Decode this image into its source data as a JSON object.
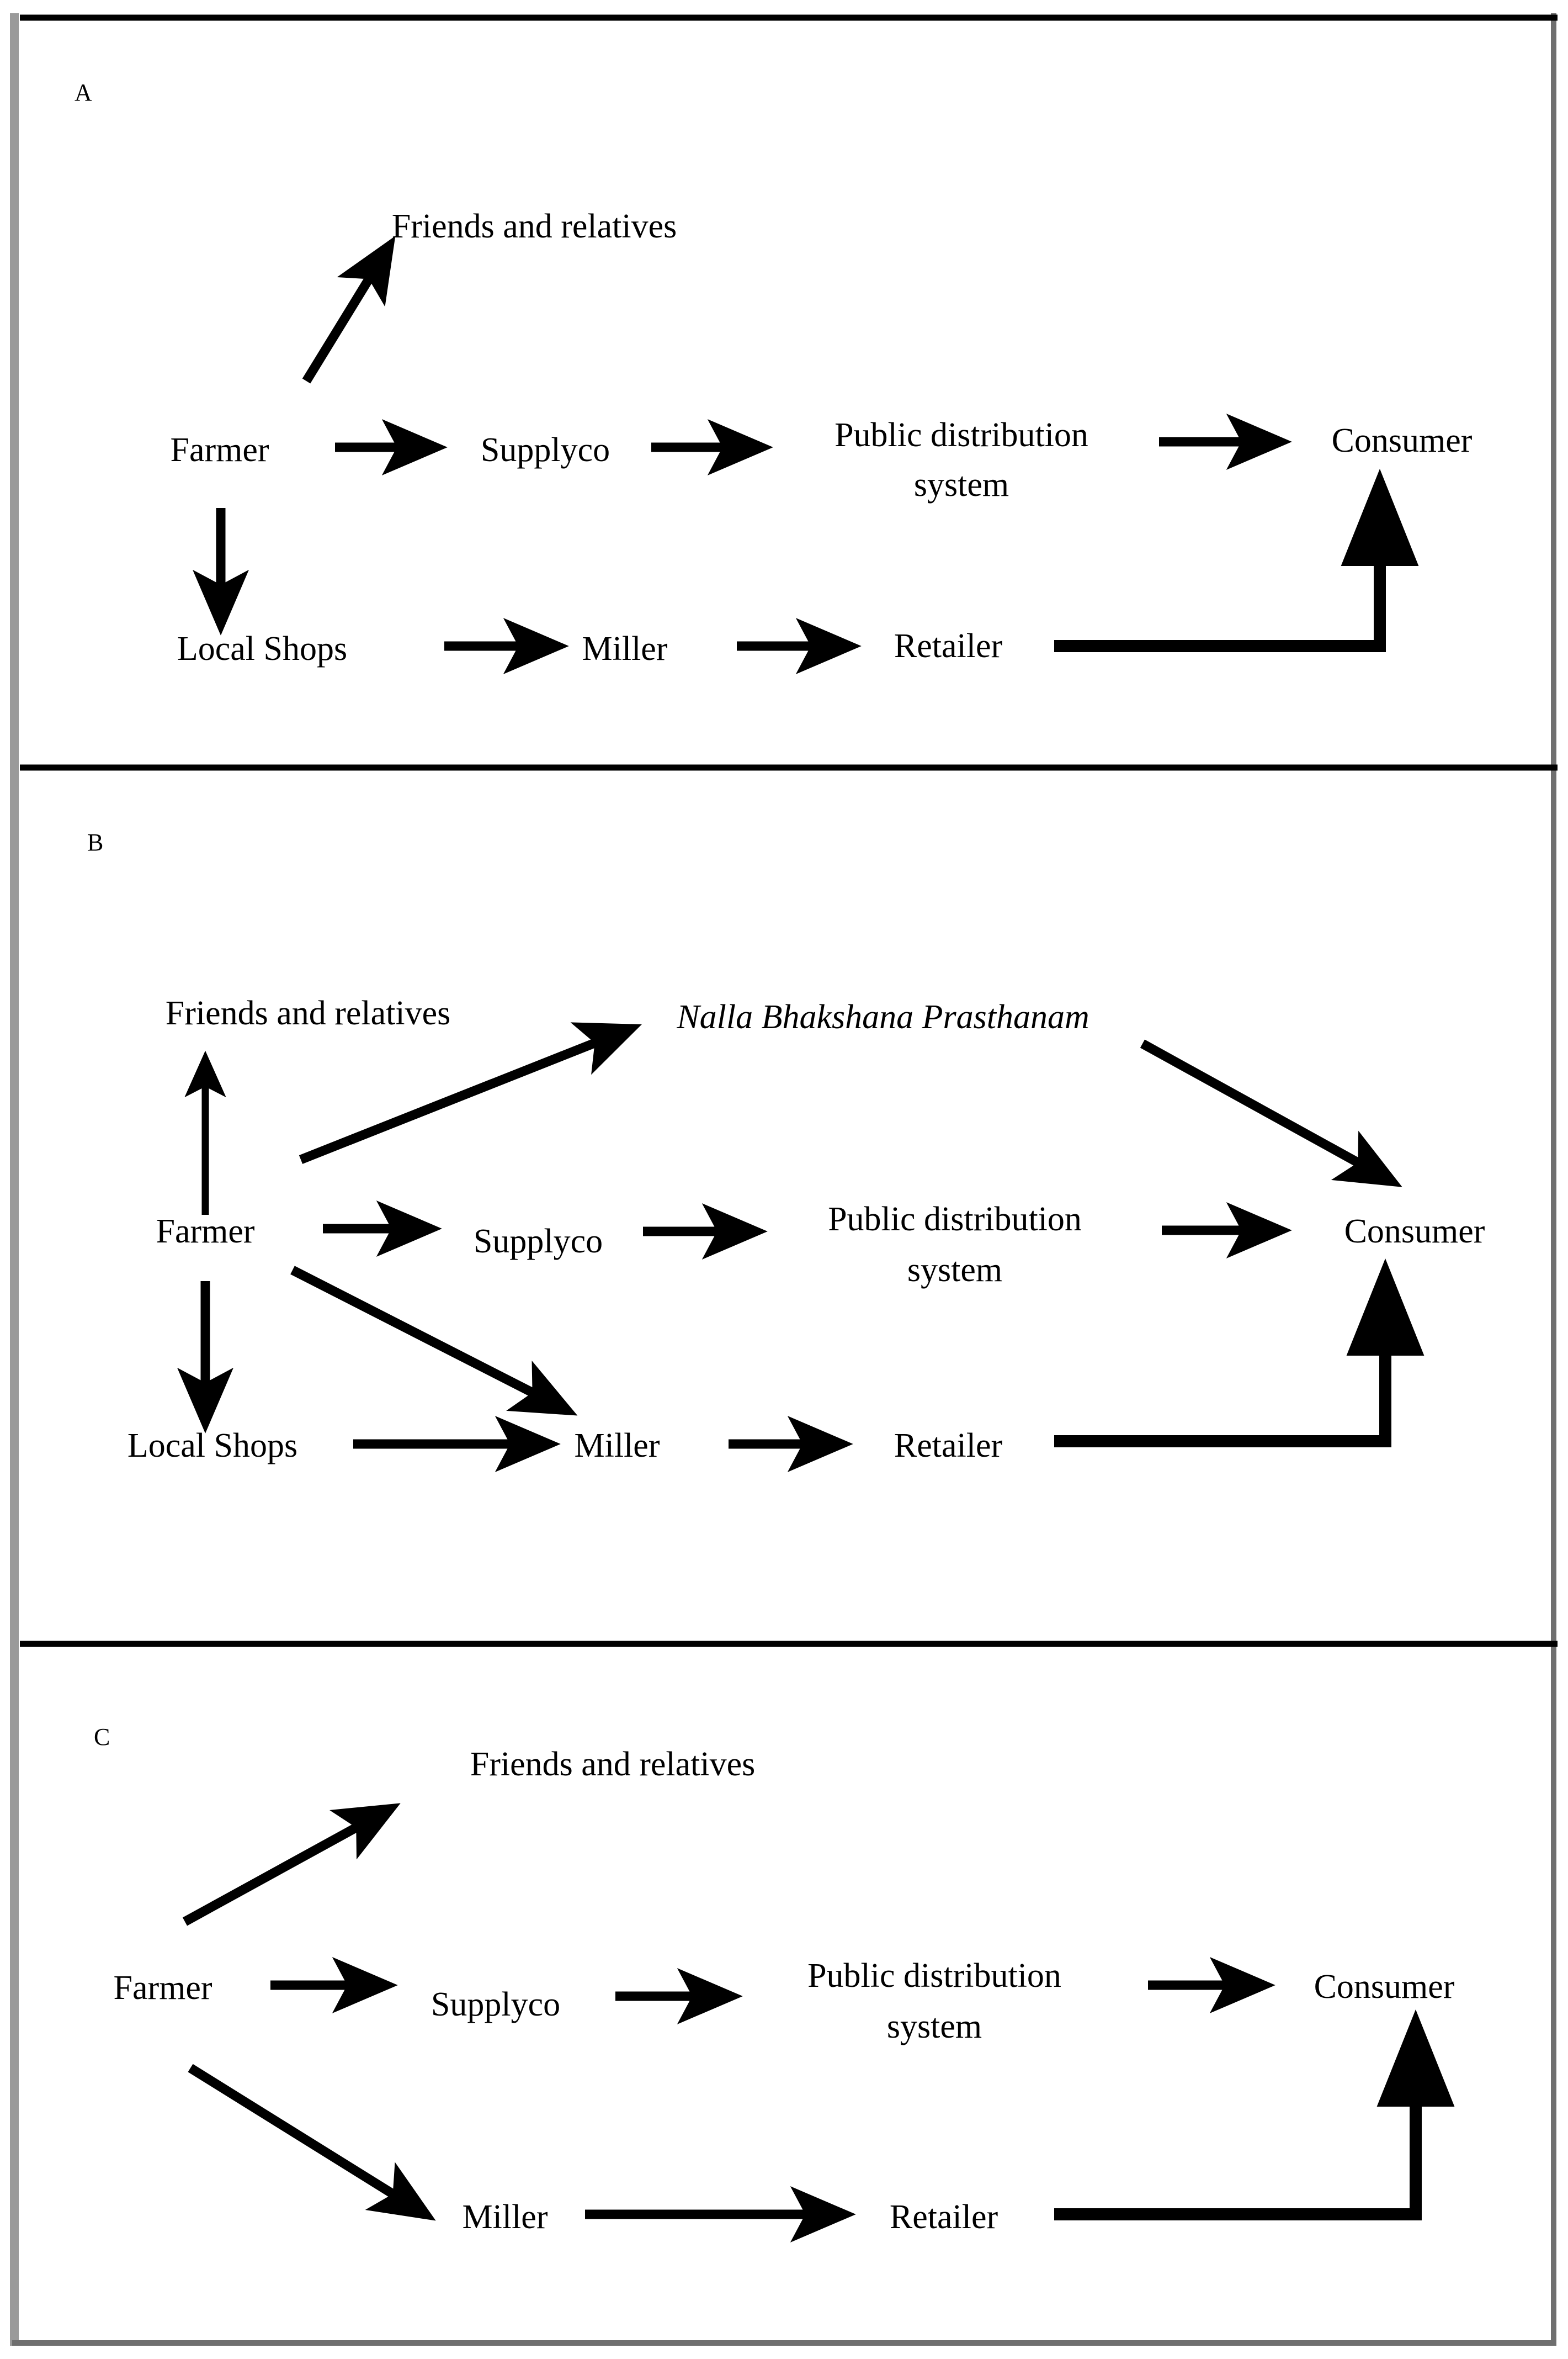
{
  "figure": {
    "type": "flow-diagram",
    "panel_count": 3,
    "background": "#ffffff",
    "line_color": "#000000",
    "frame_color": "#9a9a9a"
  },
  "panels": [
    {
      "letter": "A",
      "nodes": {
        "friends": "Friends and relatives",
        "farmer": "Farmer",
        "supplyco": "Supplyco",
        "pds_line1": "Public distribution",
        "pds_line2": "system",
        "consumer": "Consumer",
        "local_shops": "Local Shops",
        "miller": "Miller",
        "retailer": "Retailer"
      },
      "edges": [
        {
          "from": "Farmer",
          "to": "Friends and relatives",
          "style": "diagonal-arrow"
        },
        {
          "from": "Farmer",
          "to": "Supplyco",
          "style": "horizontal-arrow"
        },
        {
          "from": "Supplyco",
          "to": "Public distribution system",
          "style": "horizontal-arrow"
        },
        {
          "from": "Public distribution system",
          "to": "Consumer",
          "style": "horizontal-arrow"
        },
        {
          "from": "Farmer",
          "to": "Local Shops",
          "style": "vertical-arrow-down"
        },
        {
          "from": "Local Shops",
          "to": "Miller",
          "style": "horizontal-arrow"
        },
        {
          "from": "Miller",
          "to": "Retailer",
          "style": "horizontal-arrow"
        },
        {
          "from": "Retailer",
          "to": "Consumer",
          "style": "elbow-arrow-up"
        }
      ]
    },
    {
      "letter": "B",
      "nodes": {
        "friends": "Friends and relatives",
        "nalla": "Nalla Bhakshana Prasthanam",
        "farmer": "Farmer",
        "supplyco": "Supplyco",
        "pds_line1": "Public distribution",
        "pds_line2": "system",
        "consumer": "Consumer",
        "local_shops": "Local Shops",
        "miller": "Miller",
        "retailer": "Retailer"
      },
      "edges": [
        {
          "from": "Farmer",
          "to": "Friends and relatives",
          "style": "vertical-arrow-up"
        },
        {
          "from": "Farmer",
          "to": "Nalla Bhakshana Prasthanam",
          "style": "diagonal-arrow"
        },
        {
          "from": "Nalla Bhakshana Prasthanam",
          "to": "Consumer",
          "style": "diagonal-arrow-down"
        },
        {
          "from": "Farmer",
          "to": "Supplyco",
          "style": "horizontal-arrow"
        },
        {
          "from": "Supplyco",
          "to": "Public distribution system",
          "style": "horizontal-arrow"
        },
        {
          "from": "Public distribution system",
          "to": "Consumer",
          "style": "horizontal-arrow"
        },
        {
          "from": "Farmer",
          "to": "Local Shops",
          "style": "vertical-arrow-down"
        },
        {
          "from": "Farmer",
          "to": "Miller",
          "style": "diagonal-arrow-down"
        },
        {
          "from": "Local Shops",
          "to": "Miller",
          "style": "horizontal-arrow"
        },
        {
          "from": "Miller",
          "to": "Retailer",
          "style": "horizontal-arrow"
        },
        {
          "from": "Retailer",
          "to": "Consumer",
          "style": "elbow-arrow-up"
        }
      ]
    },
    {
      "letter": "C",
      "nodes": {
        "friends": "Friends and relatives",
        "farmer": "Farmer",
        "supplyco": "Supplyco",
        "pds_line1": "Public distribution",
        "pds_line2": "system",
        "consumer": "Consumer",
        "miller": "Miller",
        "retailer": "Retailer"
      },
      "edges": [
        {
          "from": "Farmer",
          "to": "Friends and relatives",
          "style": "diagonal-arrow"
        },
        {
          "from": "Farmer",
          "to": "Supplyco",
          "style": "horizontal-arrow"
        },
        {
          "from": "Supplyco",
          "to": "Public distribution system",
          "style": "horizontal-arrow"
        },
        {
          "from": "Public distribution system",
          "to": "Consumer",
          "style": "horizontal-arrow"
        },
        {
          "from": "Farmer",
          "to": "Miller",
          "style": "diagonal-arrow-down"
        },
        {
          "from": "Miller",
          "to": "Retailer",
          "style": "horizontal-arrow"
        },
        {
          "from": "Retailer",
          "to": "Consumer",
          "style": "elbow-arrow-up"
        }
      ]
    }
  ]
}
